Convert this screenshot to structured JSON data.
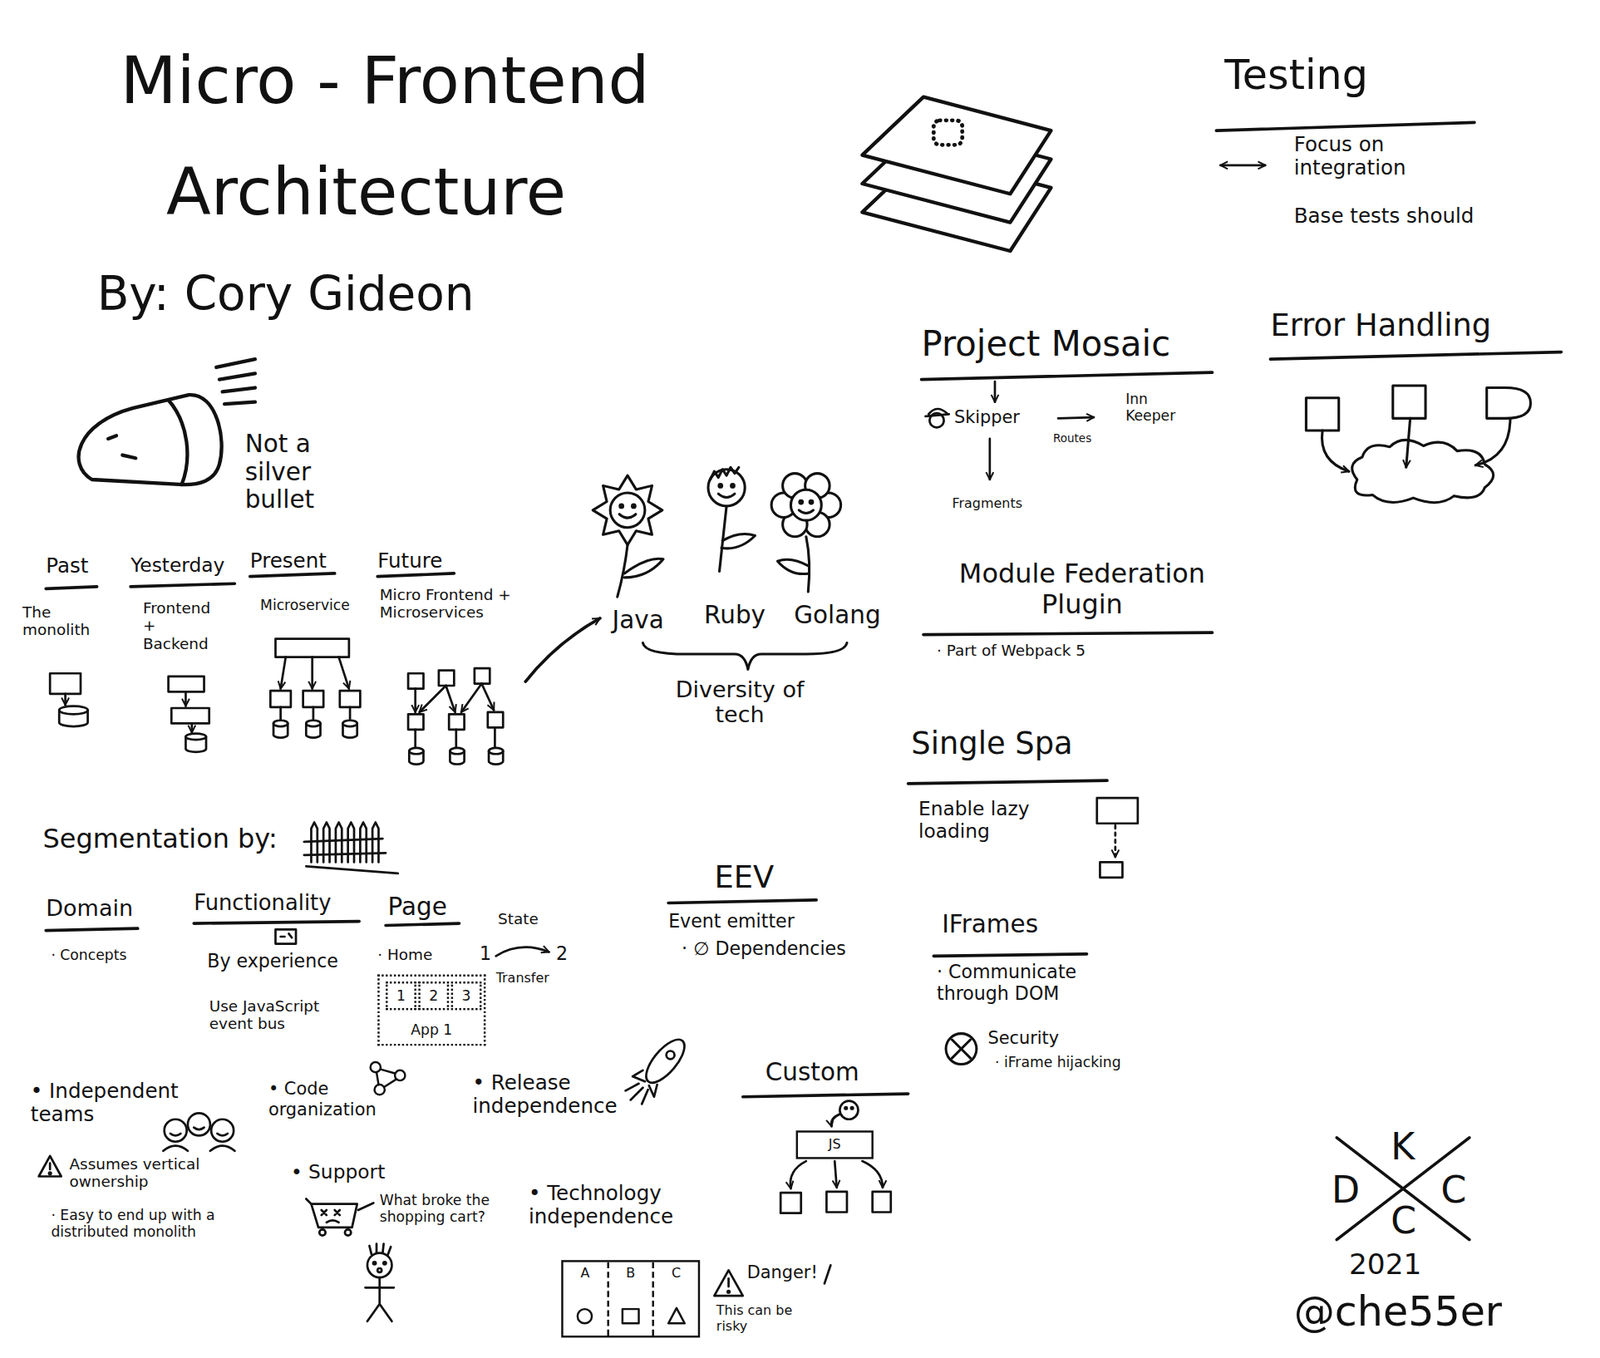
{
  "diagram": {
    "title": "Micro - Frontend Architecture",
    "nodes": [
      {
        "text": [
          "App 1"
        ]
      },
      {
        "text": [
          "1"
        ],
        "in": 0
      },
      {
        "text": [
          "2"
        ],
        "in": 0
      },
      {
        "text": [
          "3"
        ],
        "in": 0
      },
      {
        "text": [
          "JS"
        ]
      },
      {
        "text": [
          "A",
          "B",
          "C"
        ]
      }
    ],
    "labels": [
      "By: Cory Gideon",
      "Not a silver bullet",
      "Past",
      "The monolith",
      "Yesterday",
      "Frontend + Backend",
      "Present",
      "Microservice",
      "Future",
      "Micro Frontend + Microservices",
      "Java",
      "Ruby",
      "Golang",
      "Diversity of tech",
      "Segmentation by:",
      "Domain",
      "· Concepts",
      "Functionality",
      "By experience",
      "Use JavaScript event bus",
      "Page",
      "· Home",
      "State",
      "1",
      "2",
      "Transfer",
      "• Independent teams",
      "Assumes vertical ownership",
      "· Easy to end up with a distributed monolith",
      "• Code organization",
      "• Support",
      "What broke the shopping cart?",
      "• Release independence",
      "• Technology independence",
      "Danger!",
      "This can be risky",
      "EEV",
      "Event emitter",
      "· ∅ Dependencies",
      "Custom",
      "Testing",
      "Focus on integration",
      "Base tests should",
      "Project Mosaic",
      "Skipper",
      "Routes",
      "Inn Keeper",
      "Fragments",
      "Error Handling",
      "Module Federation Plugin",
      "· Part of Webpack 5",
      "Single Spa",
      "Enable lazy loading",
      "IFrames",
      "· Communicate through DOM",
      "Security",
      "· iFrame hijacking",
      "K",
      "D",
      "C",
      "C",
      "2021",
      "@che55er"
    ]
  }
}
